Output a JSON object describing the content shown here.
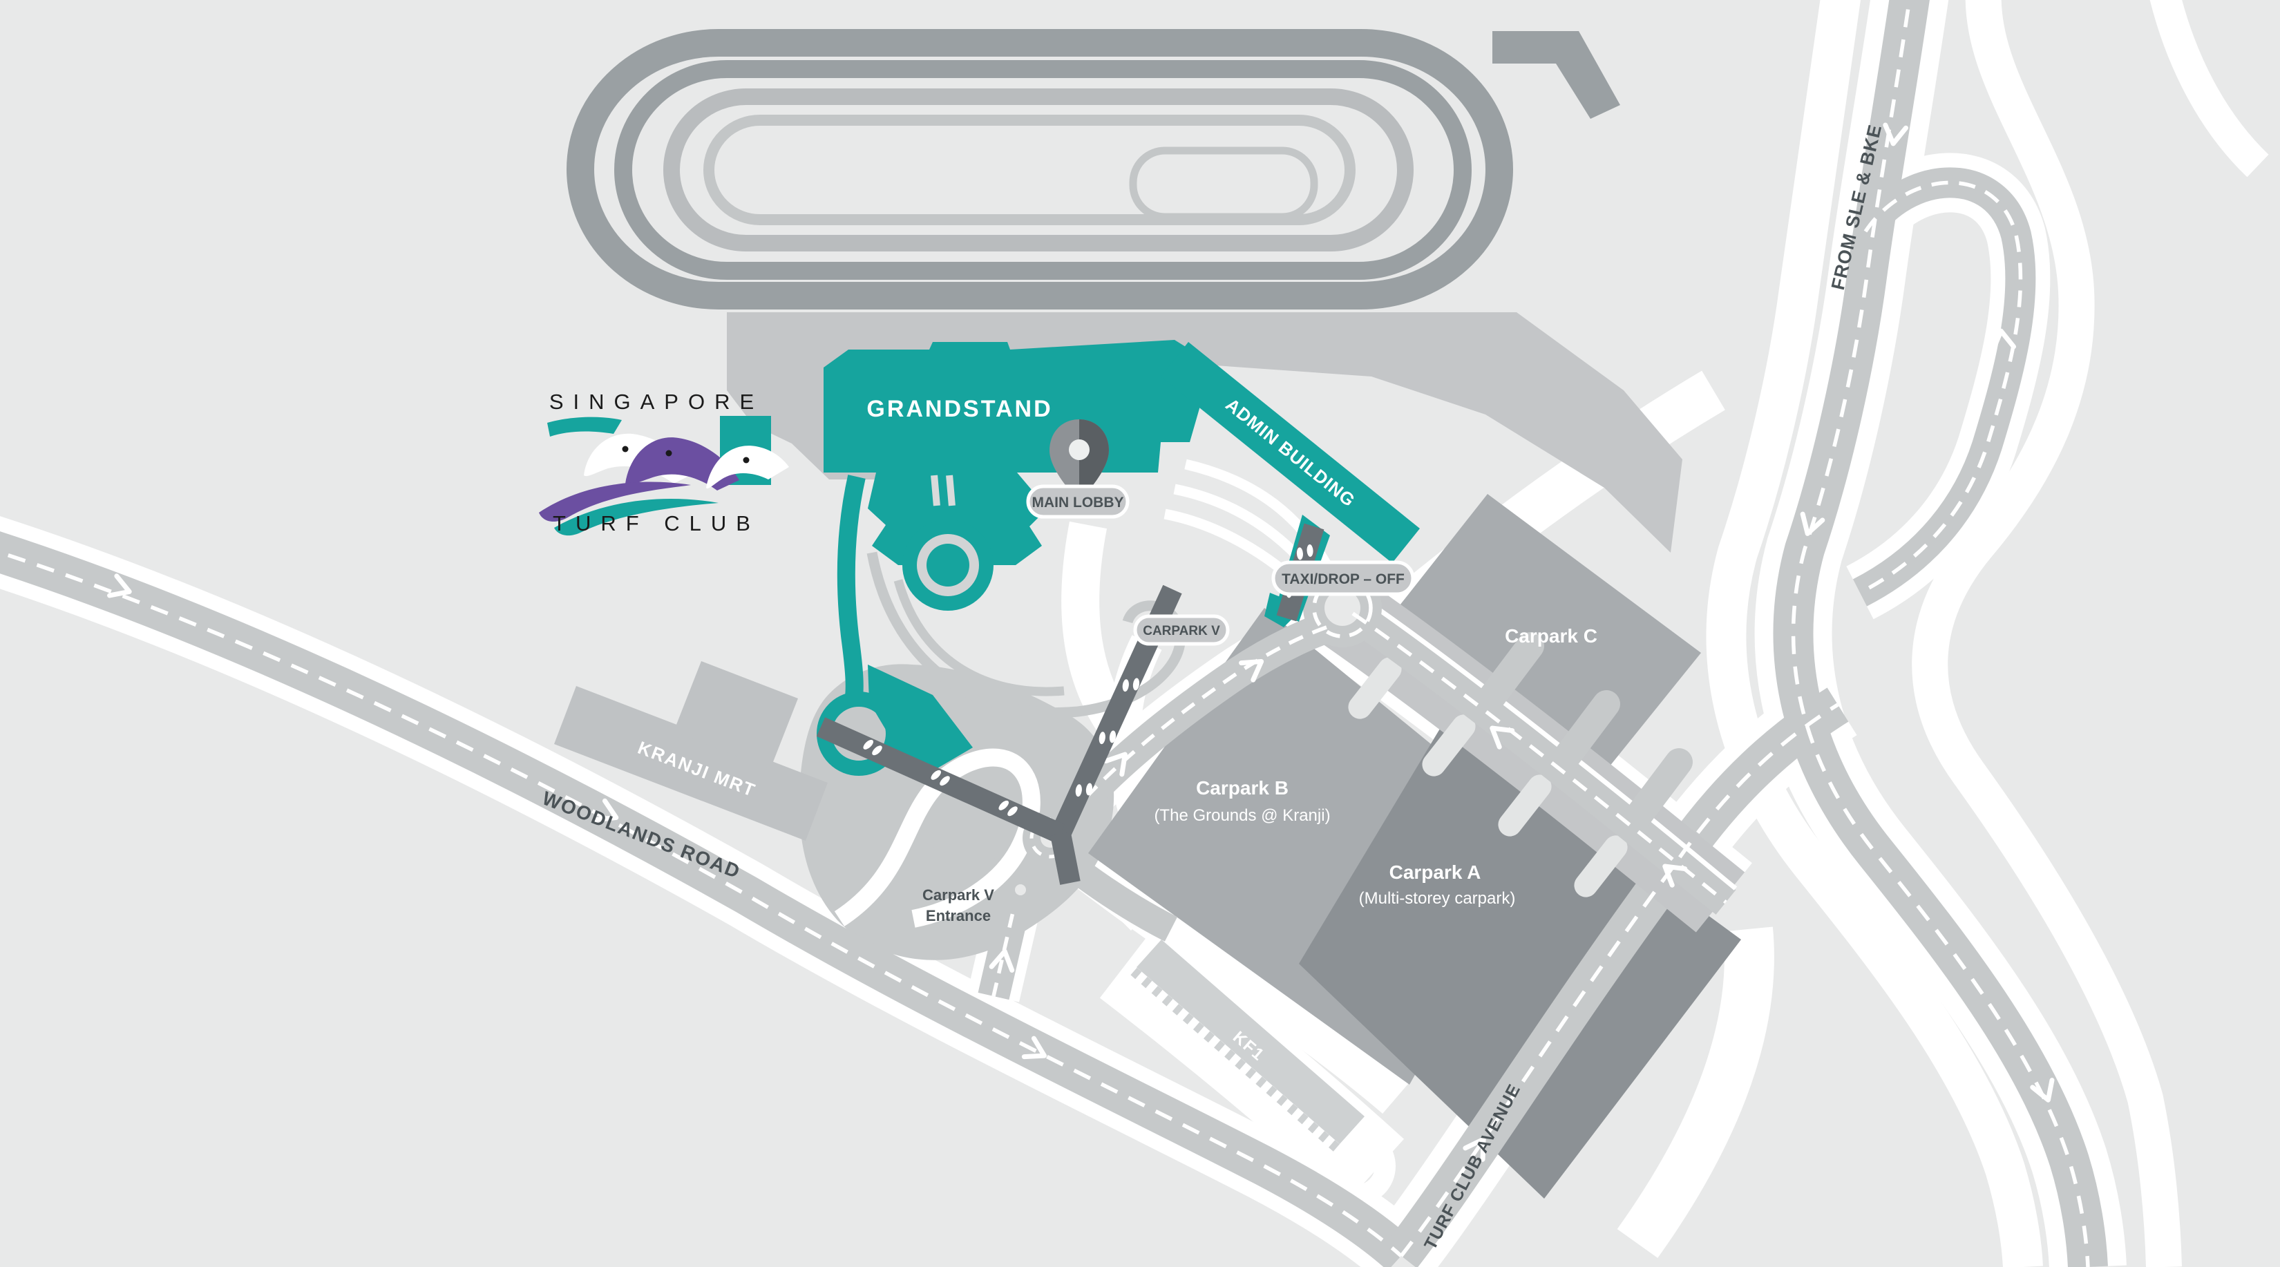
{
  "logo": {
    "line1": "SINGAPORE",
    "line2": "TURF CLUB"
  },
  "buildings": {
    "grandstand": "GRANDSTAND",
    "admin_building": "ADMIN BUILDING",
    "carpark_c": "Carpark C",
    "carpark_b_title": "Carpark B",
    "carpark_b_subtitle": "(The Grounds @ Kranji)",
    "carpark_a_title": "Carpark A",
    "carpark_a_subtitle": "(Multi-storey carpark)",
    "kranji_mrt": "KRANJI MRT",
    "kf1": "KF1"
  },
  "pills": {
    "main_lobby": "MAIN LOBBY",
    "taxi_drop_off": "TAXI/DROP – OFF",
    "carpark_v": "CARPARK V"
  },
  "roads": {
    "woodlands_road": "WOODLANDS ROAD",
    "turf_club_avenue": "TURF CLUB AVENUE",
    "from_sle_bke": "FROM SLE & BKE"
  },
  "annotations": {
    "carpark_v_entrance_line1": "Carpark V",
    "carpark_v_entrance_line2": "Entrance"
  },
  "colors": {
    "bg": "#e8e9e9",
    "teal": "#16a49e",
    "purple": "#6b4fa1",
    "trackDark": "#9aa0a3",
    "trackLight": "#b9bcbe",
    "trackLighter": "#c3c6c7",
    "base": "#c4c6c8",
    "road": "#c6c9ca",
    "white": "#ffffff",
    "pathDark": "#6b7176",
    "carparkBC": "#a8acaf",
    "carparkA": "#8c9195",
    "mrt": "#bfc2c4",
    "kf1": "#ced1d2",
    "stubLight": "#e3e5e5",
    "pill": "#c5c7c9",
    "label": "#4b5357",
    "pinLight": "#8e9296",
    "pinDark": "#5a5f63",
    "black": "#1a1a1a"
  }
}
